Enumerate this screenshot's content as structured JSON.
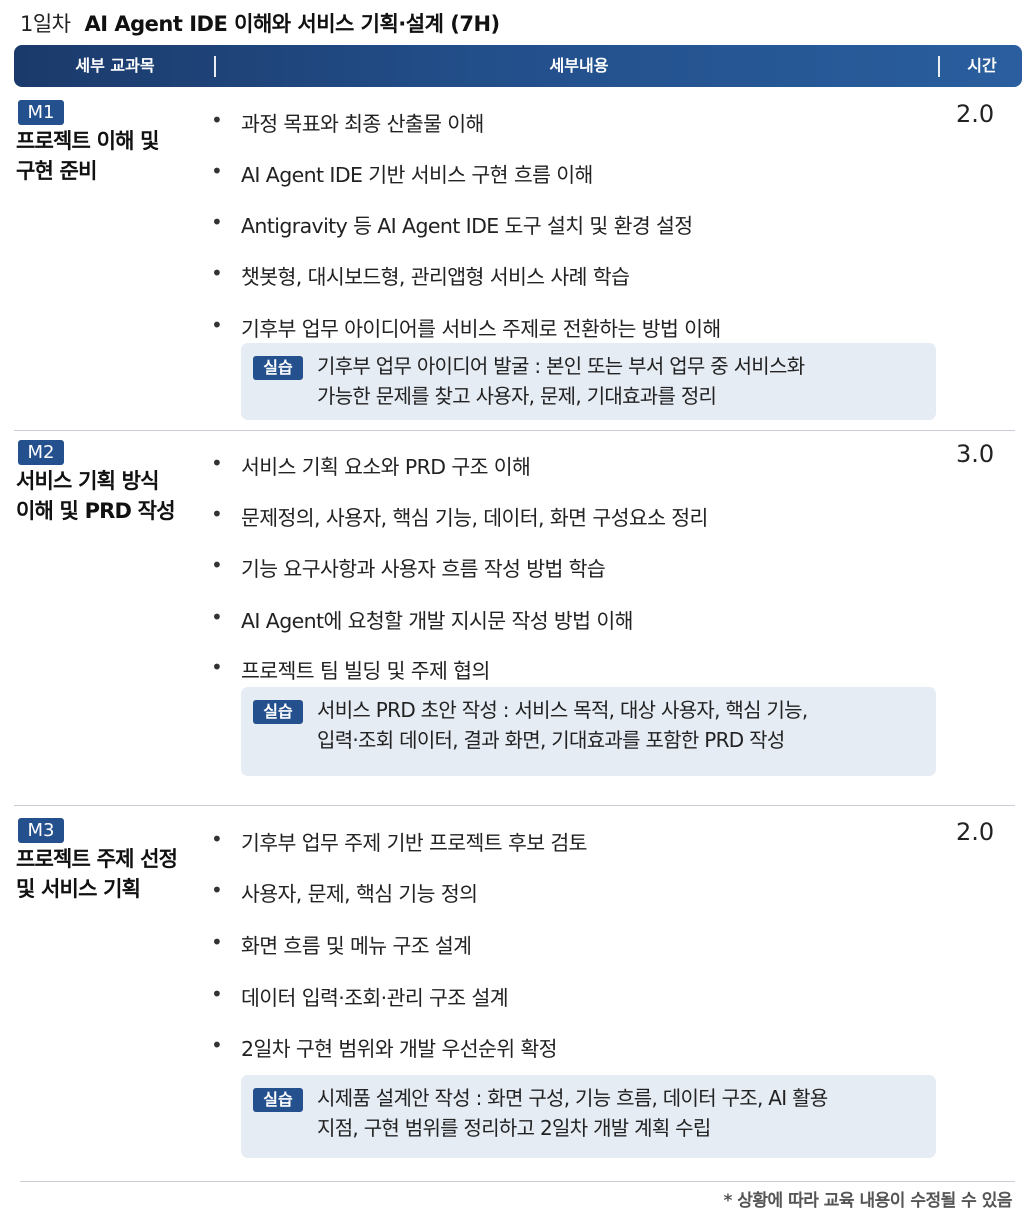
{
  "header": {
    "day": "1일차",
    "title": "AI Agent IDE 이해와 서비스 기획·설계 (7H)"
  },
  "table_header": {
    "col_subject": "세부 교과목",
    "col_detail": "세부내용",
    "col_time": "시간"
  },
  "modules": [
    {
      "tag": "M1",
      "title_line1": "프로젝트 이해 및",
      "title_line2": "구현 준비",
      "hours": "2.0",
      "items": [
        "과정 목표와 최종 산출물 이해",
        "AI Agent IDE 기반 서비스 구현 흐름 이해",
        "Antigravity 등 AI Agent IDE 도구 설치 및 환경 설정",
        "챗봇형, 대시보드형, 관리앱형 서비스 사례 학습",
        "기후부 업무 아이디어를 서비스 주제로 전환하는 방법 이해"
      ],
      "practice_label": "실습",
      "practice_line1": "기후부 업무 아이디어 발굴 : 본인 또는 부서 업무 중 서비스화",
      "practice_line2": "가능한 문제를 찾고 사용자, 문제, 기대효과를 정리"
    },
    {
      "tag": "M2",
      "title_line1": "서비스 기획 방식",
      "title_line2": "이해 및 PRD 작성",
      "hours": "3.0",
      "items": [
        "서비스 기획 요소와 PRD 구조 이해",
        "문제정의, 사용자, 핵심 기능, 데이터, 화면 구성요소 정리",
        "기능 요구사항과 사용자 흐름 작성 방법 학습",
        "AI Agent에 요청할 개발 지시문 작성 방법 이해",
        "프로젝트 팀 빌딩 및 주제 협의"
      ],
      "practice_label": "실습",
      "practice_line1": "서비스 PRD 초안 작성 : 서비스 목적, 대상 사용자, 핵심 기능,",
      "practice_line2": "입력·조회 데이터, 결과 화면, 기대효과를 포함한 PRD 작성"
    },
    {
      "tag": "M3",
      "title_line1": "프로젝트 주제 선정",
      "title_line2": "및 서비스 기획",
      "hours": "2.0",
      "items": [
        "기후부 업무 주제 기반 프로젝트 후보 검토",
        "사용자, 문제, 핵심 기능 정의",
        "화면 흐름 및 메뉴 구조 설계",
        "데이터 입력·조회·관리 구조 설계",
        "2일차 구현 범위와 개발 우선순위 확정"
      ],
      "practice_label": "실습",
      "practice_line1": "시제품 설계안 작성 : 화면 구성, 기능 흐름, 데이터 구조, AI 활용",
      "practice_line2": "지점, 구현 범위를 정리하고 2일차 개발 계획 수립"
    }
  ],
  "footer_note": "* 상황에 따라 교육 내용이 수정될 수 있음"
}
